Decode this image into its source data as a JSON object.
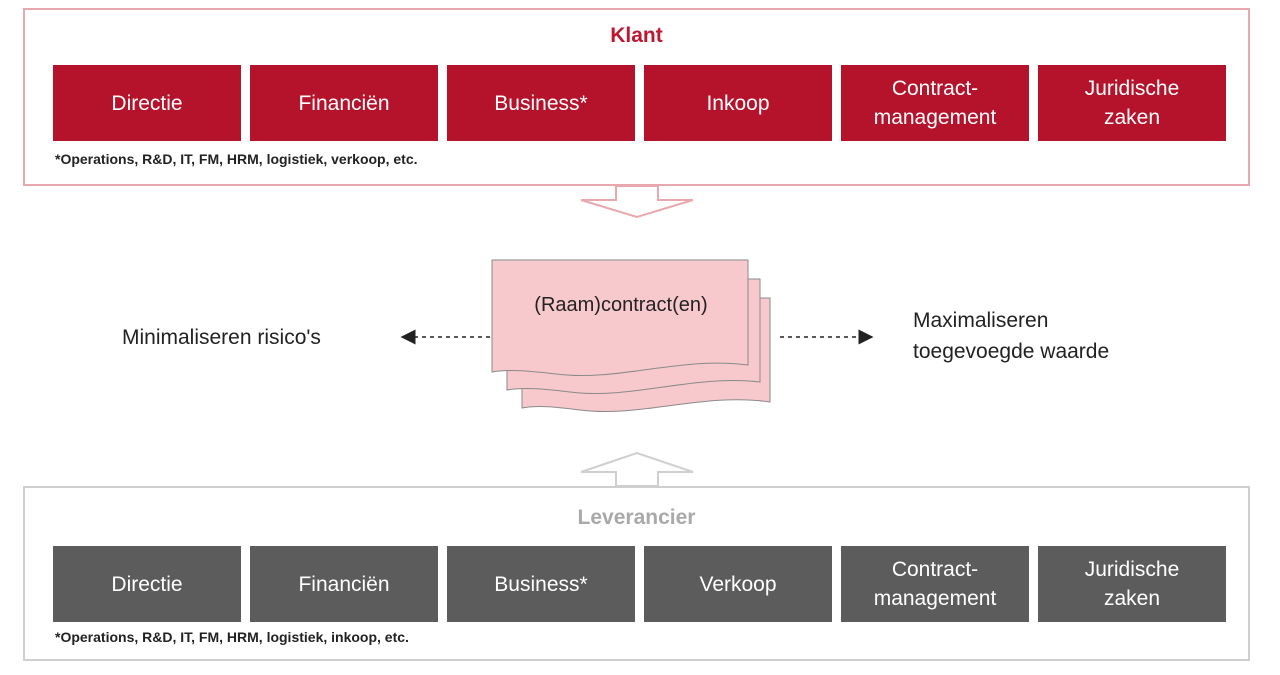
{
  "klant": {
    "title": "Klant",
    "boxes": [
      "Directie",
      "Financiën",
      "Business*",
      "Inkoop",
      "Contract-\nmanagement",
      "Juridische\nzaken"
    ],
    "note": "*Operations, R&D, IT, FM, HRM, logistiek, verkoop, etc."
  },
  "contract": {
    "label": "(Raam)contract(en)"
  },
  "left_text": "Minimaliseren risico's",
  "right_text": "Maximaliseren\ntoegevoegde waarde",
  "leverancier": {
    "title": "Leverancier",
    "boxes": [
      "Directie",
      "Financiën",
      "Business*",
      "Verkoop",
      "Contract-\nmanagement",
      "Juridische\nzaken"
    ],
    "note": "*Operations, R&D, IT, FM, HRM, logistiek, inkoop, etc."
  },
  "colors": {
    "klant_red": "#b5122b",
    "klant_title": "#c0162f",
    "leverancier_gray": "#5c5c5c",
    "contract_fill": "#f7c9cc"
  }
}
